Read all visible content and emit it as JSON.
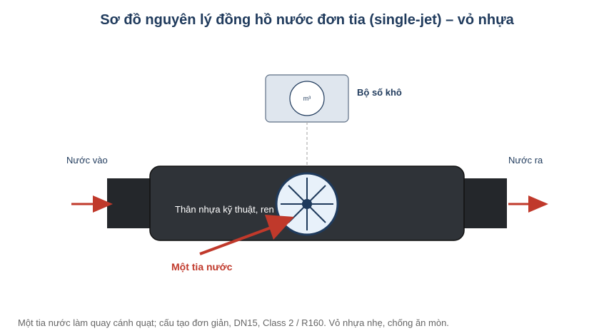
{
  "title": "Sơ đồ nguyên lý đồng hồ nước đơn tia (single-jet) – vỏ nhựa",
  "labels": {
    "inlet": "Nước vào",
    "outlet": "Nước ra",
    "register": "Bộ số khô",
    "unit": "m³",
    "body": "Thân nhựa kỹ thuật, ren",
    "jet": "Một tia nước"
  },
  "caption": "Một tia nước làm quay cánh quạt; cấu tạo đơn giản, DN15, Class 2 / R160. Vỏ nhựa nhẹ, chống ăn mòn.",
  "colors": {
    "title": "#1f3a5c",
    "body_fill": "#2f3338",
    "pipe_fill": "#24272b",
    "register_fill": "#dfe6ee",
    "register_stroke": "#5d6f85",
    "impeller_fill": "#e8f1fa",
    "impeller_stroke": "#1f3a5c",
    "arrow": "#c0392b",
    "caption": "#666666"
  }
}
